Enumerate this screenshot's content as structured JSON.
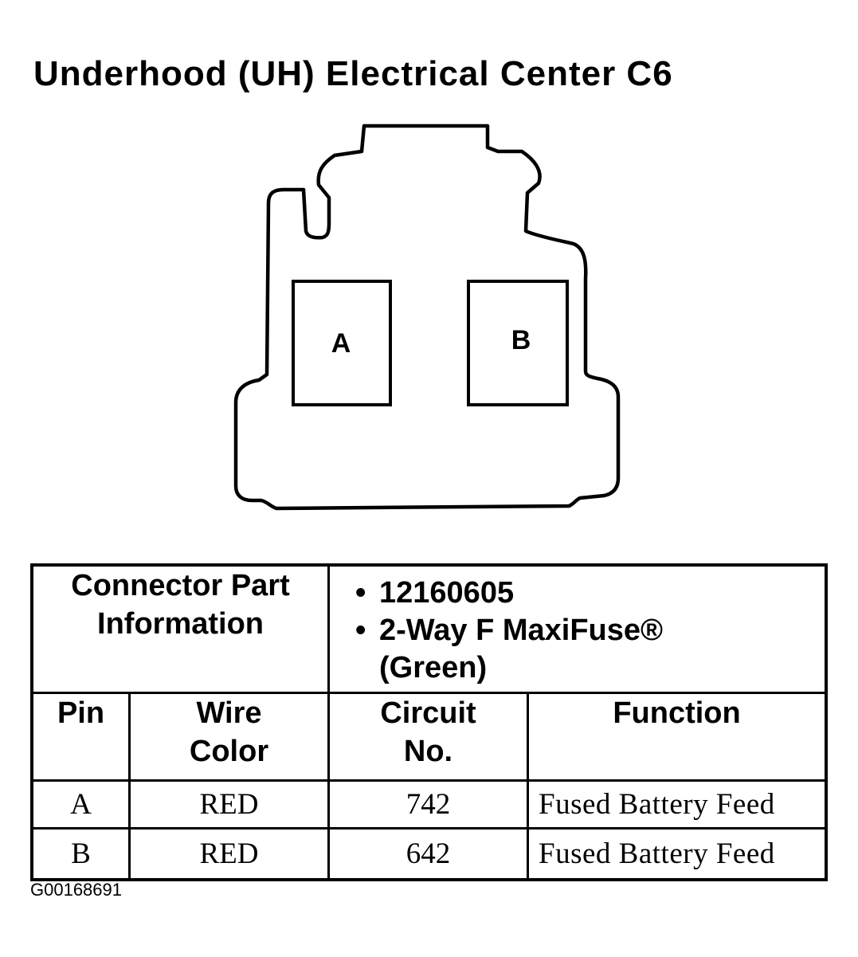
{
  "title": "Underhood (UH) Electrical Center C6",
  "connector": {
    "cavities": [
      {
        "label": "A"
      },
      {
        "label": "B"
      }
    ]
  },
  "part_info": {
    "label_line1": "Connector Part",
    "label_line2": "Information",
    "part_number": "12160605",
    "description_line1": "2-Way F MaxiFuse®",
    "description_line2": "(Green)"
  },
  "table": {
    "headers": {
      "pin": "Pin",
      "wire_color_line1": "Wire",
      "wire_color_line2": "Color",
      "circuit_line1": "Circuit",
      "circuit_line2": "No.",
      "function": "Function"
    },
    "rows": [
      {
        "pin": "A",
        "wire_color": "RED",
        "circuit": "742",
        "function": "Fused Battery Feed"
      },
      {
        "pin": "B",
        "wire_color": "RED",
        "circuit": "642",
        "function": "Fused Battery Feed"
      }
    ]
  },
  "figure_id": "G00168691"
}
